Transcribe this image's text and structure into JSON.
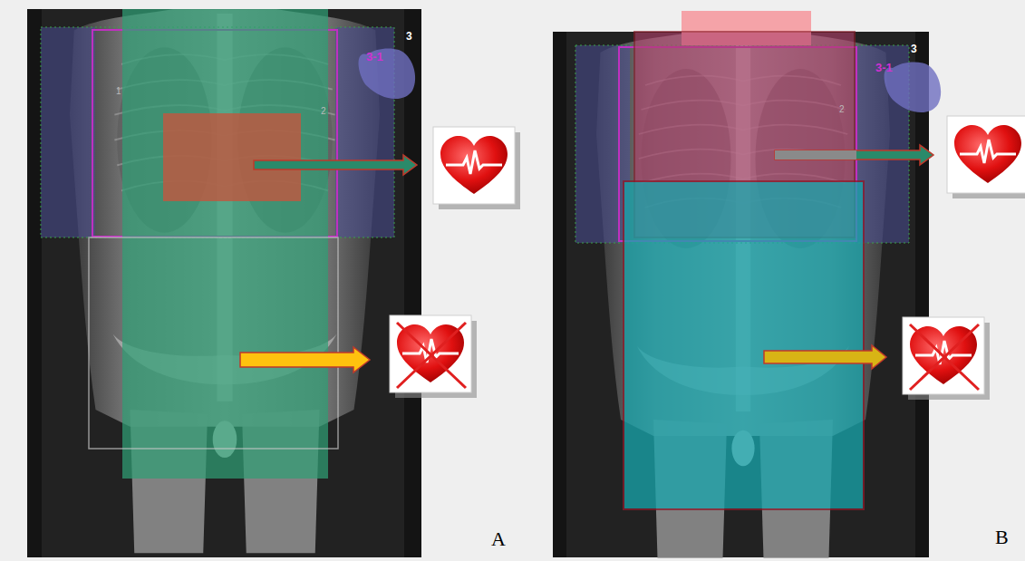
{
  "diagram": {
    "labels": [
      "3",
      "3-1",
      "1",
      "2",
      "A",
      "3",
      "3-1",
      "2",
      "B"
    ]
  }
}
